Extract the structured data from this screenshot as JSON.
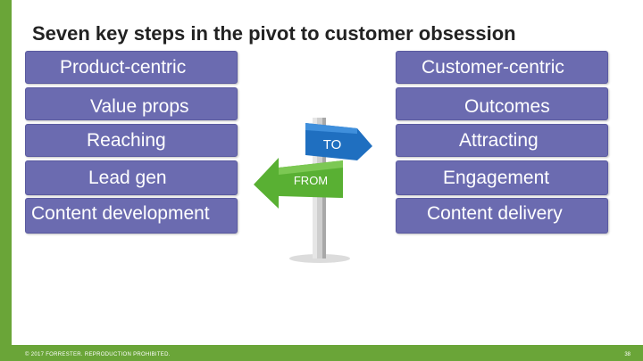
{
  "slide": {
    "title": "Seven key steps in the pivot to customer obsession",
    "footer_left": "© 2017 FORRESTER. REPRODUCTION PROHIBITED.",
    "page_number": "38"
  },
  "left_column": [
    {
      "label": "Product-centric"
    },
    {
      "label": "Value props"
    },
    {
      "label": "Reaching"
    },
    {
      "label": "Lead gen"
    },
    {
      "label": "Content development"
    }
  ],
  "right_column": [
    {
      "label": "Customer-centric"
    },
    {
      "label": "Outcomes"
    },
    {
      "label": "Attracting"
    },
    {
      "label": "Engagement"
    },
    {
      "label": "Content delivery"
    }
  ],
  "signpost": {
    "to_label": "TO",
    "from_label": "FROM"
  },
  "colors": {
    "box_fill": "#6b6bb0",
    "accent_green": "#6aa538",
    "to_sign_blue": "#1f6fc0",
    "from_sign_green": "#59b033"
  }
}
